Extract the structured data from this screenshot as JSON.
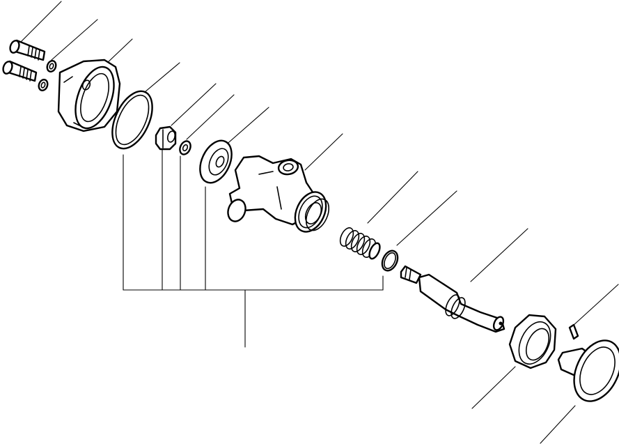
{
  "diagram": {
    "kind": "exploded-parts-view",
    "callout_count": 15,
    "parts": [
      "bolt-upper",
      "bolt-lower",
      "washer-upper",
      "washer-lower",
      "valve-cover-flange",
      "o-ring-large",
      "valve-seat-nut",
      "small-washer",
      "valve-disc",
      "valve-body",
      "spring",
      "o-ring-small",
      "valve-stem",
      "retainer-ring",
      "knob",
      "pin"
    ]
  }
}
